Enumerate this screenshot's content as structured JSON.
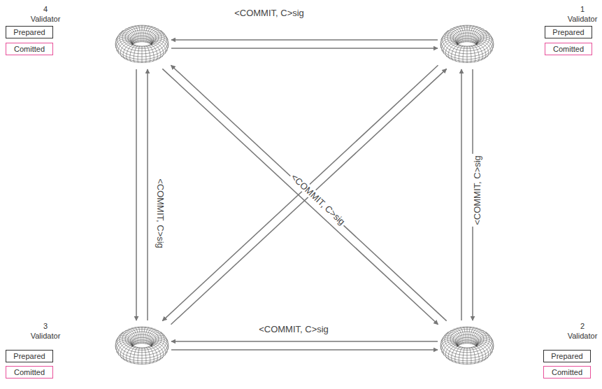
{
  "diagram": {
    "nodes": [
      {
        "text": [
          "4",
          "Validator"
        ]
      },
      {
        "text": [
          "Prepared"
        ]
      },
      {
        "text": [
          "Comitted"
        ]
      },
      {
        "text": [
          "1",
          "Validator"
        ]
      },
      {
        "text": [
          "Prepared"
        ]
      },
      {
        "text": [
          "Comitted"
        ]
      },
      {
        "text": [
          "3",
          "Validator"
        ]
      },
      {
        "text": [
          "Prepared"
        ]
      },
      {
        "text": [
          "Comitted"
        ]
      },
      {
        "text": [
          "2",
          "Validator"
        ]
      },
      {
        "text": [
          "Prepared"
        ]
      },
      {
        "text": [
          "Comitted"
        ]
      }
    ],
    "edges": [
      {
        "from": 3,
        "to": 0,
        "arrow": "to",
        "label": "<COMMIT, C>sig"
      },
      {
        "from": 0,
        "to": 3,
        "arrow": "to"
      },
      {
        "from": 0,
        "to": 6,
        "arrow": "to",
        "label": "<COMMIT, C>sig"
      },
      {
        "from": 6,
        "to": 0,
        "arrow": "to"
      },
      {
        "from": 3,
        "to": 9,
        "arrow": "to",
        "label": "<COMMIT, C>sig"
      },
      {
        "from": 9,
        "to": 3,
        "arrow": "to"
      },
      {
        "from": 6,
        "to": 9,
        "arrow": "to",
        "label": "<COMMIT, C>sig"
      },
      {
        "from": 9,
        "to": 6,
        "arrow": "to"
      },
      {
        "from": 0,
        "to": 9,
        "arrow": "to",
        "label": "<COMMIT, C>sig"
      },
      {
        "from": 9,
        "to": 0,
        "arrow": "to"
      },
      {
        "from": 3,
        "to": 6,
        "arrow": "to"
      },
      {
        "from": 6,
        "to": 3,
        "arrow": "to"
      }
    ]
  }
}
